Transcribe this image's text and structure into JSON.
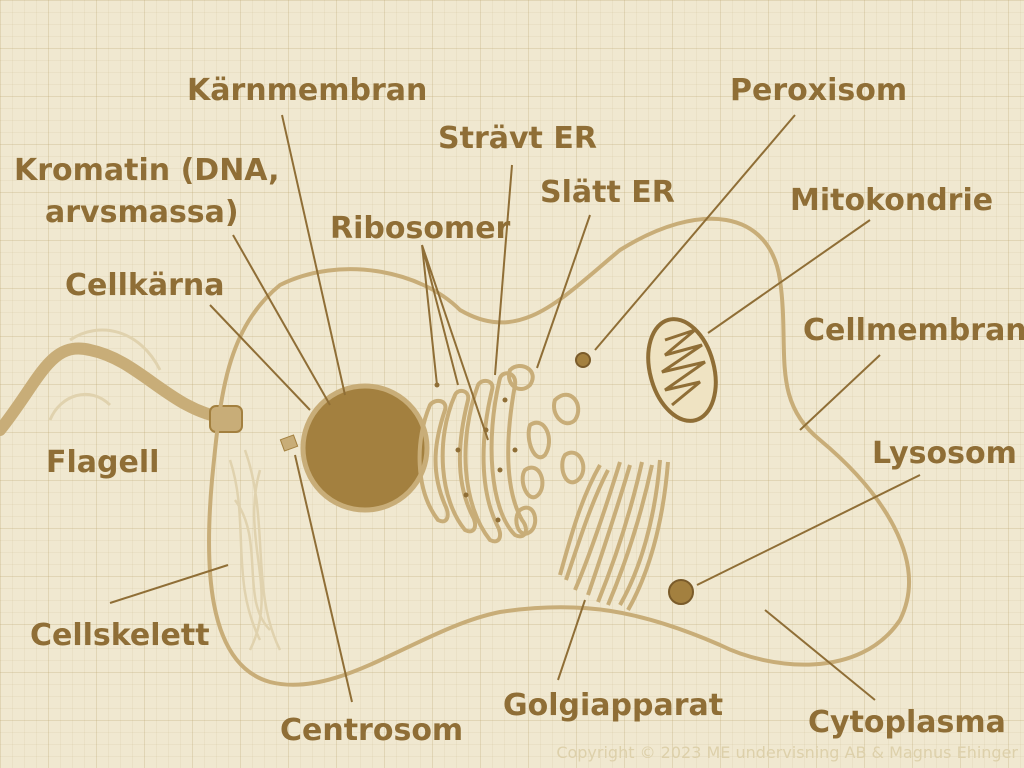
{
  "labels": {
    "karnmembran": "Kärnmembran",
    "peroxisom": "Peroxisom",
    "stravt_er": "Strävt ER",
    "kromatin_1": "Kromatin (DNA,",
    "kromatin_2": "arvsmassa)",
    "slatt_er": "Slätt ER",
    "mitokondrie": "Mitokondrie",
    "ribosomer": "Ribosomer",
    "cellkarna": "Cellkärna",
    "cellmembran": "Cellmembran",
    "flagell": "Flagell",
    "lysosom": "Lysosom",
    "cellskelett": "Cellskelett",
    "centrosom": "Centrosom",
    "golgiapparat": "Golgiapparat",
    "cytoplasma": "Cytoplasma"
  },
  "copyright": "Copyright © 2023 ME undervisning AB & Magnus Ehinger",
  "colors": {
    "label": "#8f6e36",
    "membrane": "#c8ad78",
    "nucleus": "#a3803f",
    "background": "#f0e8d0"
  }
}
